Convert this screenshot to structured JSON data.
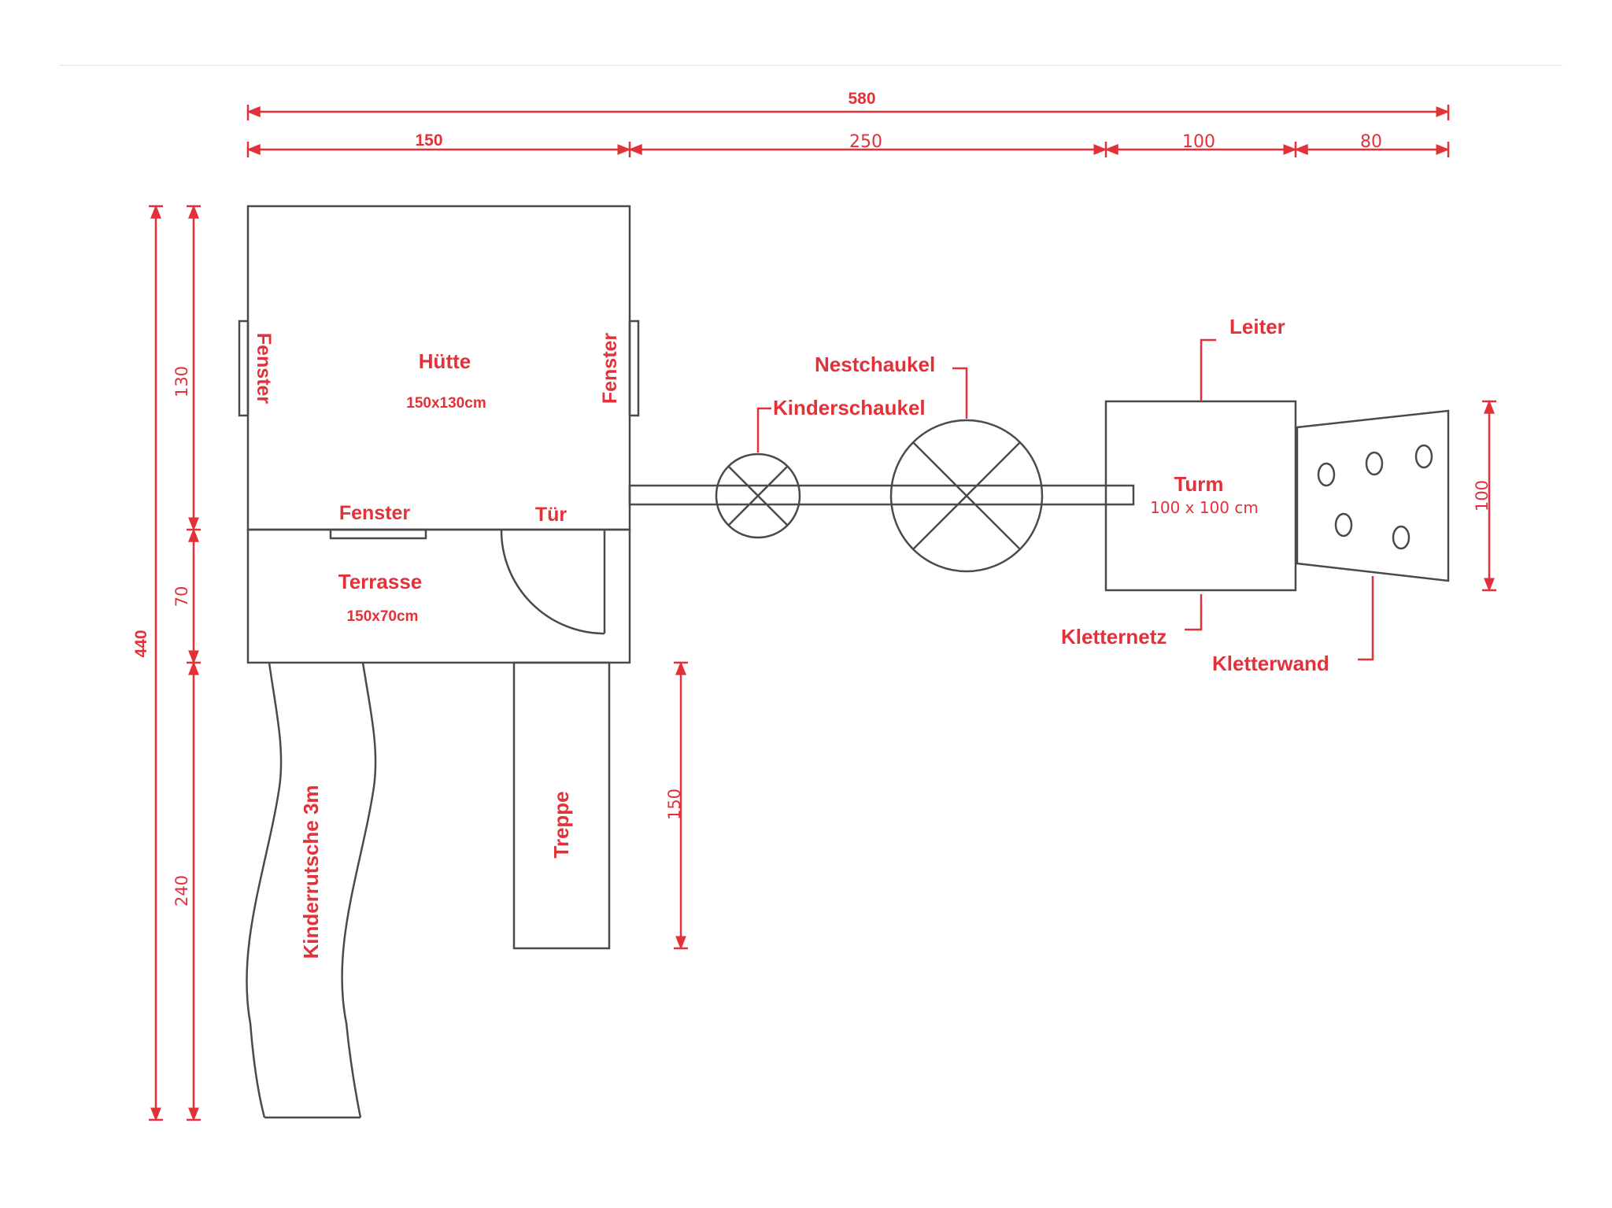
{
  "colors": {
    "annotation": "#e3313a",
    "structure": "#4a4a4a",
    "background": "#ffffff"
  },
  "dimensions": {
    "total_width": "580",
    "width_hut": "150",
    "width_swings": "250",
    "width_tower": "100",
    "width_wall": "80",
    "total_height": "440",
    "height_hut": "130",
    "height_terrace": "70",
    "height_slide": "240",
    "height_stairs": "150",
    "height_wall": "100"
  },
  "labels": {
    "hut": "Hütte",
    "hut_size": "150x130cm",
    "window_left": "Fenster",
    "window_right": "Fenster",
    "window_bottom": "Fenster",
    "door": "Tür",
    "terrace": "Terrasse",
    "terrace_size": "150x70cm",
    "slide": "Kinderrutsche 3m",
    "stairs": "Treppe",
    "nest_swing": "Nestchaukel",
    "child_swing": "Kinderschaukel",
    "ladder": "Leiter",
    "tower": "Turm",
    "tower_size": "100 x 100 cm",
    "climbing_net": "Kletternetz",
    "climbing_wall": "Kletterwand"
  }
}
